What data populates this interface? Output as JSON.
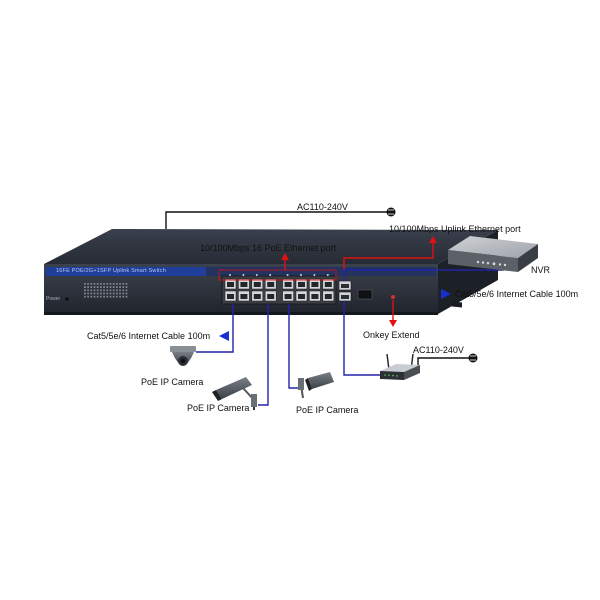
{
  "switch": {
    "panel_title": "16FE POE/2G+1SFP Uplink Smart Switch",
    "power_led_label": "Power",
    "port_count": 16,
    "uplink_count": 2
  },
  "labels": {
    "ac_top": "AC110-240V",
    "uplink_port": "10/100Mbps Uplink Ethernet port",
    "poe_ports": "10/100Mbps 16 PoE Ethernet port",
    "nvr": "NVR",
    "cable_right": "Cat5/5e/6 Internet Cable 100m",
    "cable_left": "Cat5/5e/6 Internet Cable 100m",
    "onkey": "Onkey Extend",
    "ac_router": "AC110-240V",
    "camera_dome": "PoE IP Camera",
    "camera_bullet_1": "PoE IP Camera",
    "camera_bullet_2": "PoE IP Camera"
  },
  "colors": {
    "cable_blue": "#2323a8",
    "arrow_red": "#e01010",
    "arrow_blue": "#1a2fd0",
    "switch_body": "#2f3540",
    "panel_blue": "#1f3f9a"
  }
}
